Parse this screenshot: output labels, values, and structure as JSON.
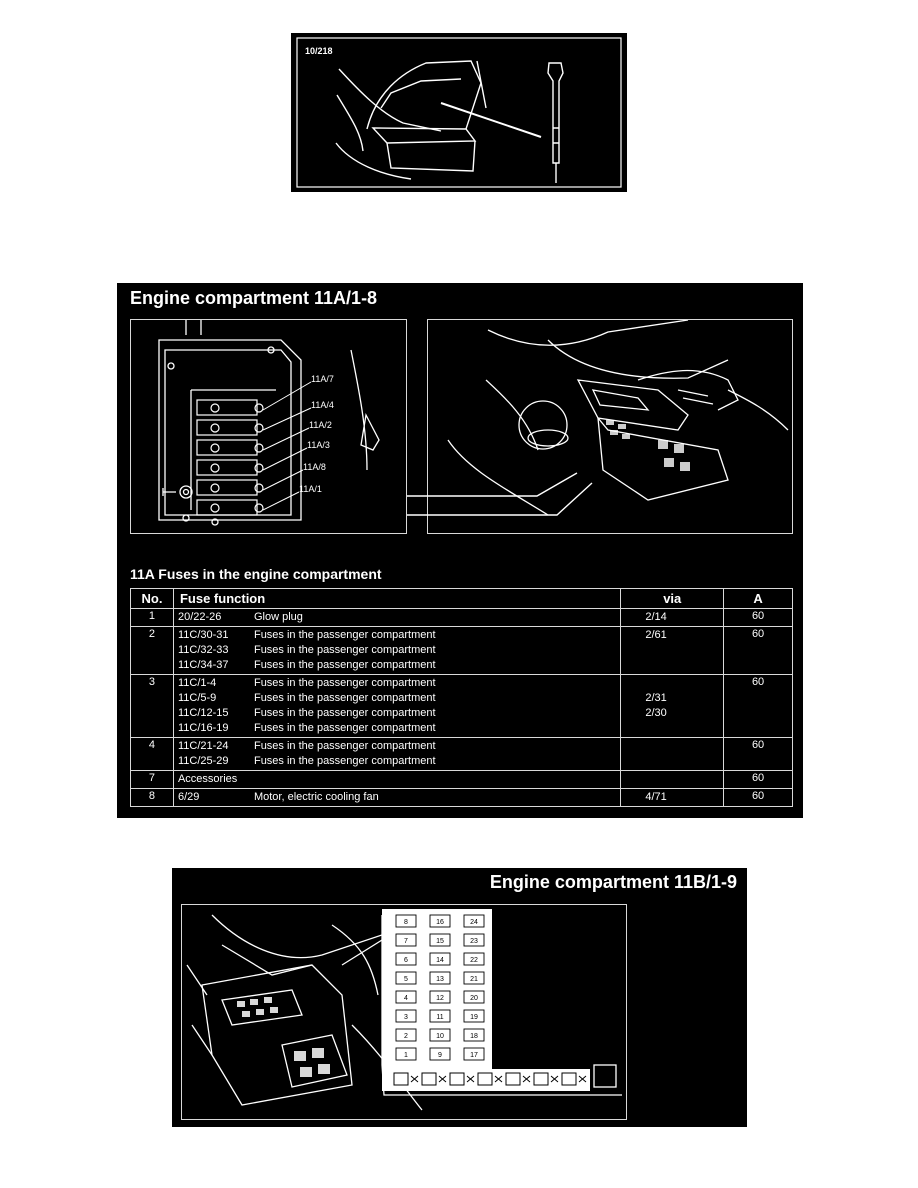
{
  "figure1": {
    "label": "10/218"
  },
  "figure2": {
    "title": "Engine compartment 11A/1-8",
    "callouts": [
      "11A/7",
      "11A/4",
      "11A/2",
      "11A/3",
      "11A/8",
      "11A/1"
    ],
    "table_title": "11A Fuses in the engine compartment",
    "headers": {
      "no": "No.",
      "function": "Fuse function",
      "via": "via",
      "amps": "A"
    },
    "rows": [
      {
        "no": "1",
        "lines": [
          {
            "code": "20/22-26",
            "text": "Glow plug",
            "via": "2/14"
          }
        ],
        "amps": "60"
      },
      {
        "no": "2",
        "lines": [
          {
            "code": "11C/30-31",
            "text": "Fuses in the passenger compartment",
            "via": "2/61"
          },
          {
            "code": "11C/32-33",
            "text": "Fuses in the passenger compartment",
            "via": ""
          },
          {
            "code": "11C/34-37",
            "text": "Fuses in the passenger compartment",
            "via": ""
          }
        ],
        "amps": "60"
      },
      {
        "no": "3",
        "lines": [
          {
            "code": "11C/1-4",
            "text": "Fuses in the passenger compartment",
            "via": ""
          },
          {
            "code": "11C/5-9",
            "text": "Fuses in the passenger compartment",
            "via": "2/31"
          },
          {
            "code": "11C/12-15",
            "text": "Fuses in the passenger compartment",
            "via": "2/30"
          },
          {
            "code": "11C/16-19",
            "text": "Fuses in the passenger compartment",
            "via": ""
          }
        ],
        "amps": "60"
      },
      {
        "no": "4",
        "lines": [
          {
            "code": "11C/21-24",
            "text": "Fuses in the passenger compartment",
            "via": ""
          },
          {
            "code": "11C/25-29",
            "text": "Fuses in the passenger compartment",
            "via": ""
          }
        ],
        "amps": "60"
      },
      {
        "no": "7",
        "lines": [
          {
            "code": "Accessories",
            "text": "",
            "via": ""
          }
        ],
        "amps": "60"
      },
      {
        "no": "8",
        "lines": [
          {
            "code": "6/29",
            "text": "Motor, electric cooling fan",
            "via": "4/71"
          }
        ],
        "amps": "60"
      }
    ]
  },
  "figure3": {
    "title": "Engine compartment 11B/1-9",
    "fuse_columns": [
      [
        "8",
        "7",
        "6",
        "5",
        "4",
        "3",
        "2",
        "1"
      ],
      [
        "16",
        "15",
        "14",
        "13",
        "12",
        "11",
        "10",
        "9"
      ],
      [
        "24",
        "23",
        "22",
        "21",
        "20",
        "19",
        "18",
        "17"
      ]
    ]
  }
}
